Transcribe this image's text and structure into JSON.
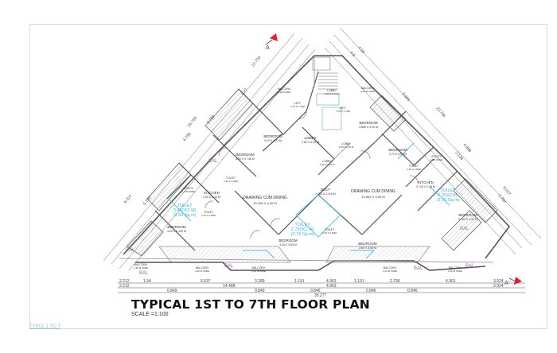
{
  "drawing": {
    "title": "TYPICAL 1ST TO 7TH FLOOR PLAN",
    "scale": "SCALE =1:100",
    "sheet_tag": "TYPCL 1 TO 7",
    "section_markers": [
      "A",
      "A'"
    ],
    "colors": {
      "wall": "#555555",
      "hatch": "#8a8a8a",
      "partition": "#b07aa8",
      "toilet_text": "#3fb0d6",
      "section_arrow": "#e0202a",
      "section_label": "#3a3aa0",
      "frame": "#d6dbe0"
    }
  },
  "rooms": {
    "bedroom_top_left": {
      "name": "BEDROOM",
      "size": "4.20 X 4.27 M"
    },
    "bedroom_mid_left": {
      "name": "BEDROOM",
      "size": "4.20 X 2.736 M"
    },
    "bedroom_low_left": {
      "name": "BEDROOM",
      "size": "4.20 X 5.152 M"
    },
    "bedroom_bottom_left": {
      "name": "BEDROOM",
      "size": "4.25 X 3.60 M"
    },
    "bedroom_bottom_right": {
      "name": "BEDROOM",
      "size": "3.60 X 3.60 M"
    },
    "bedroom_top_right": {
      "name": "BEDROOM",
      "size": "3.856 X 4.20 M"
    },
    "bedroom_mid_right": {
      "name": "BEDROOM",
      "size": "2.70 X 4.00 M"
    },
    "bedroom_low_right": {
      "name": "BEDROOM",
      "size": "5.762 X 4.20 M"
    },
    "dining_left": {
      "name": "DRAWING CUM DINING",
      "size": "10.495 X 4.40 M"
    },
    "dining_right": {
      "name": "DRAWING CUM DINING",
      "size": "10.854 X 4.40 M"
    },
    "kitchen_left": {
      "name": "KITCHEN",
      "size": "2.60 X 2.10 M"
    },
    "kitchen_right": {
      "name": "KITCHEN",
      "size": "2.716 X 2.25 M"
    },
    "utility_left": {
      "name": "UTILITY",
      "size": "1.406 WIDE"
    },
    "utility_right": {
      "name": "UTILITY",
      "size": "1.406 WIDE"
    },
    "toilet_left_a": {
      "name": "TOILET",
      "size": "1.20 X 2.80M"
    },
    "toilet_left_b": {
      "name": "TOILET",
      "size": "1.20 X 2.80M"
    },
    "toilet_right_a": {
      "name": "TOILET",
      "size": "1.20 X 2.80M"
    },
    "toilet_center": {
      "name": "TOILET",
      "size": "2.00 X 1.50M"
    },
    "toilet_cyan_left": {
      "name": "TOILET",
      "size": "3.450X2.98",
      "area": "(3.50 Sq.m)"
    },
    "toilet_cyan_center": {
      "name": "TOILET",
      "size": "2.750X2.40",
      "area": "(3.73 Sq.m)"
    },
    "toilet_cyan_right": {
      "name": "TOILET",
      "size": "1.25X2.86",
      "area": "(3.75 Sq.m)"
    },
    "duct": {
      "name": "DUCT",
      "size": "2.653 X 2.115 M"
    },
    "lobby_main": {
      "name": "LOBBY",
      "size": "1.80 X 4.33 M"
    },
    "lobby_a": {
      "name": "LOBBY",
      "size": "2.00 X 2.24 M"
    },
    "lobby_b": {
      "name": "LOBBY",
      "size": "2.80 X 2.25 M"
    },
    "lobby_stair": {
      "name": "LOBBY",
      "size": "1.80 X 2.10 M"
    },
    "lift_a": {
      "name": "LIFT",
      "size": "1.75 X 1.75M"
    },
    "lift_b": {
      "name": "LIFT",
      "size": "1.75 X 1.75M"
    },
    "balcony_top_left": {
      "name": "BALCONY",
      "size": "1.406 WIDE"
    },
    "balcony_top_right": {
      "name": "BALCONY",
      "size": "1.50 M WIDE"
    },
    "balcony_bottom_1": {
      "name": "BALCONY",
      "size": "1.50 M WIDE"
    },
    "balcony_bottom_2": {
      "name": "BALCONY",
      "size": "2.00 M WIDE"
    },
    "balcony_bottom_3": {
      "name": "BALCONY",
      "size": "2.00 M WIDE"
    },
    "balcony_bottom_4": {
      "name": "BALCONY",
      "size": "2.00 M WIDE"
    },
    "balcony_bottom_5": {
      "name": "BALCONY",
      "size": "2.00 M WIDE"
    },
    "bal_tag": "BAL"
  },
  "dimensions": {
    "bottom_row1": [
      "2.212",
      "1.94",
      "5.537",
      "3.289",
      "1.191",
      "4.963",
      "1.191",
      "2.796",
      "4.901",
      "3.924"
    ],
    "bottom_row2": [
      "2.212",
      "14.498",
      "4.963",
      "3.924"
    ],
    "bottom_row3": [
      "0.849",
      "0.849",
      "0.846",
      "0.846",
      "0.846"
    ],
    "bottom_overall": "35.277",
    "left_diag": [
      "24.755",
      "12.733",
      "4.796",
      "2.736",
      "4.27",
      "5.152",
      "6.027",
      "0.115",
      "0.15",
      "1.3",
      "1.25"
    ],
    "right_diag": [
      "23.736",
      "4.55",
      "4.8",
      "3.909",
      "4.888",
      "2.136",
      "6.027",
      "5.762",
      "0.15",
      "0.115",
      "1.25"
    ]
  }
}
